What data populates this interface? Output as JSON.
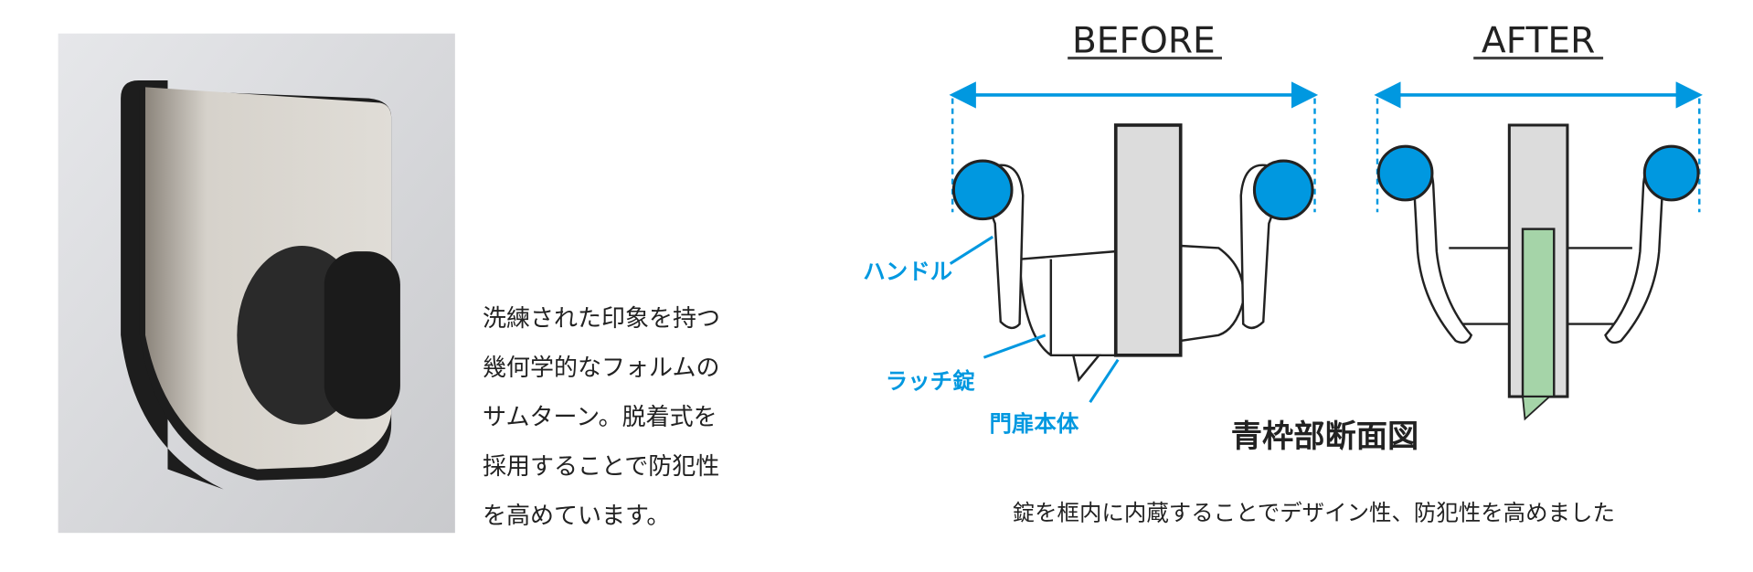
{
  "product_photo": {
    "alt": "サムターン"
  },
  "description": {
    "lines": [
      "洗練された印象を持つ",
      "幾何学的なフォルムの",
      "サムターン。脱着式を",
      "採用することで防犯性",
      "を高めています。"
    ]
  },
  "diagram": {
    "before_title": "BEFORE",
    "after_title": "AFTER",
    "labels": {
      "handle": "ハンドル",
      "latch": "ラッチ錠",
      "door": "門扉本体"
    },
    "section_title": "青枠部断面図",
    "caption": "錠を框内に内蔵することでデザイン性、防犯性を高めました"
  },
  "colors": {
    "accent": "#0098e0",
    "latch_green": "#a5d4a8",
    "door_gray": "#dcdcdc"
  }
}
